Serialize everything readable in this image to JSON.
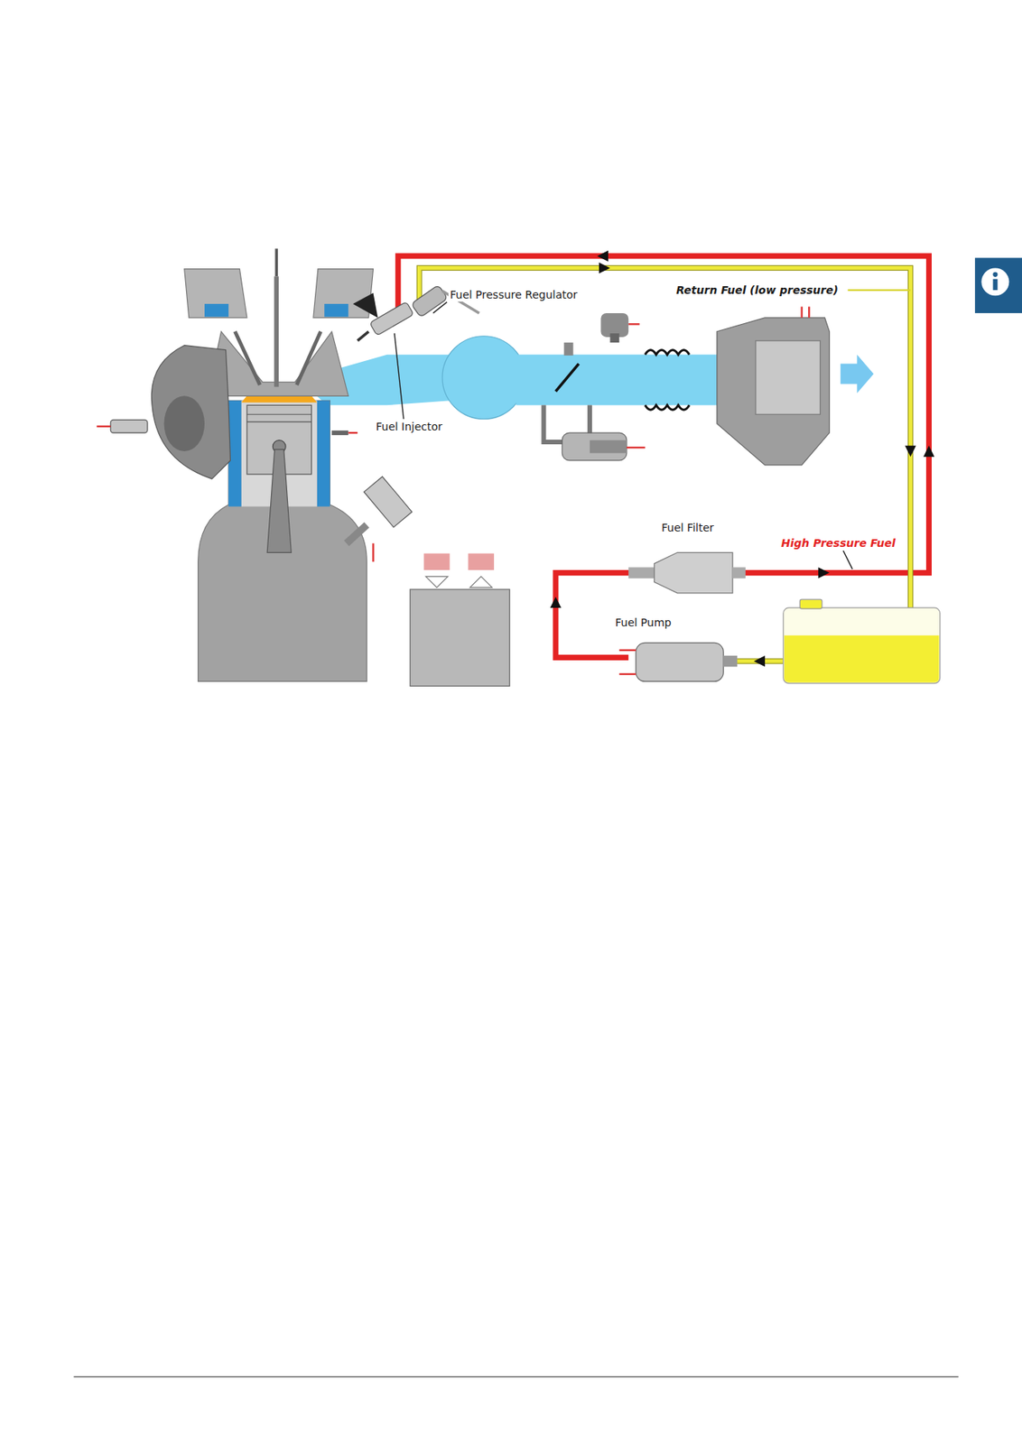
{
  "diagram": {
    "labels": [
      "Fuel Pressure Regulator",
      "Return Fuel (low pressure)",
      "Fuel Injector",
      "Fuel Filter",
      "High Pressure Fuel",
      "Fuel Pump"
    ]
  }
}
